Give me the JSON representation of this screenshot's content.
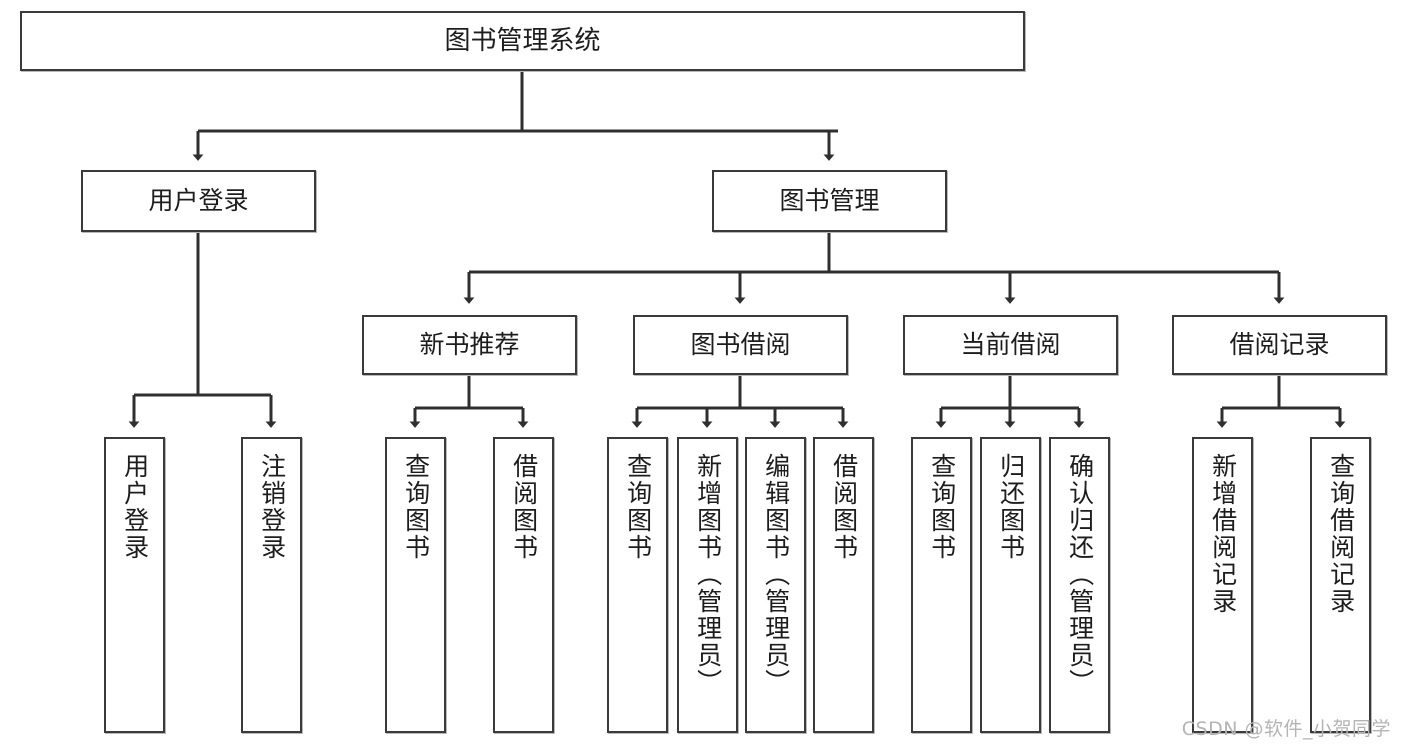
{
  "diagram": {
    "type": "hierarchy-tree",
    "title": "图书管理系统",
    "watermark": "CSDN @软件_小贺同学",
    "colors": {
      "box_border": "#3a3a3a",
      "box_fill": "#ffffff",
      "edge": "#2f2f2f",
      "text": "#1d1d1d",
      "watermark": "#b4b4b4"
    },
    "levels": {
      "root": {
        "label": "图书管理系统"
      },
      "level2": [
        {
          "id": "user-login",
          "label": "用户登录"
        },
        {
          "id": "book-management",
          "label": "图书管理"
        }
      ],
      "level3": [
        {
          "id": "new-book-recommend",
          "label": "新书推荐",
          "parent": "book-management"
        },
        {
          "id": "book-borrow",
          "label": "图书借阅",
          "parent": "book-management"
        },
        {
          "id": "current-borrow",
          "label": "当前借阅",
          "parent": "book-management"
        },
        {
          "id": "borrow-record",
          "label": "借阅记录",
          "parent": "book-management"
        }
      ],
      "leaves": [
        {
          "id": "leaf-user-login",
          "label": "用户登录",
          "parent": "user-login"
        },
        {
          "id": "leaf-logout-login",
          "label": "注销登录",
          "parent": "user-login"
        },
        {
          "id": "leaf-query-book-1",
          "label": "查询图书",
          "parent": "new-book-recommend"
        },
        {
          "id": "leaf-borrow-book-1",
          "label": "借阅图书",
          "parent": "new-book-recommend"
        },
        {
          "id": "leaf-query-book-2",
          "label": "查询图书",
          "parent": "book-borrow"
        },
        {
          "id": "leaf-add-book",
          "label": "新增图书（管理员）",
          "parent": "book-borrow"
        },
        {
          "id": "leaf-edit-book",
          "label": "编辑图书（管理员）",
          "parent": "book-borrow"
        },
        {
          "id": "leaf-borrow-book-2",
          "label": "借阅图书",
          "parent": "book-borrow"
        },
        {
          "id": "leaf-query-book-3",
          "label": "查询图书",
          "parent": "current-borrow"
        },
        {
          "id": "leaf-return-book",
          "label": "归还图书",
          "parent": "current-borrow"
        },
        {
          "id": "leaf-confirm-return",
          "label": "确认归还（管理员）",
          "parent": "current-borrow"
        },
        {
          "id": "leaf-add-record",
          "label": "新增借阅记录",
          "parent": "borrow-record"
        },
        {
          "id": "leaf-query-record",
          "label": "查询借阅记录",
          "parent": "borrow-record"
        }
      ]
    }
  }
}
